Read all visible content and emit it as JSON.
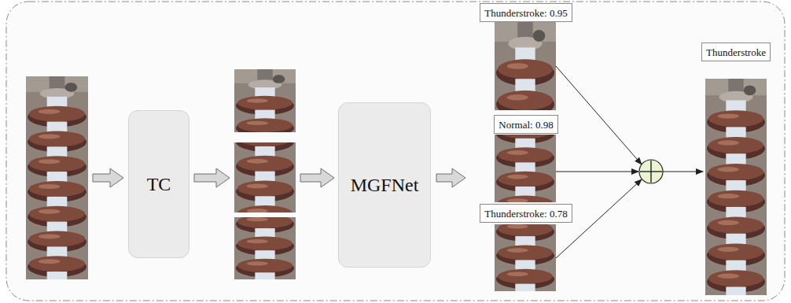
{
  "diagram": {
    "nodes": [
      {
        "text": [
          "TC"
        ]
      },
      {
        "text": [
          "MGFNet"
        ]
      },
      {
        "text": [
          "Thunderstroke: 0.95"
        ]
      },
      {
        "text": [
          "Normal: 0.98"
        ]
      },
      {
        "text": [
          "Thunderstroke: 0.78"
        ]
      },
      {
        "text": [
          "Thunderstroke"
        ]
      }
    ]
  }
}
